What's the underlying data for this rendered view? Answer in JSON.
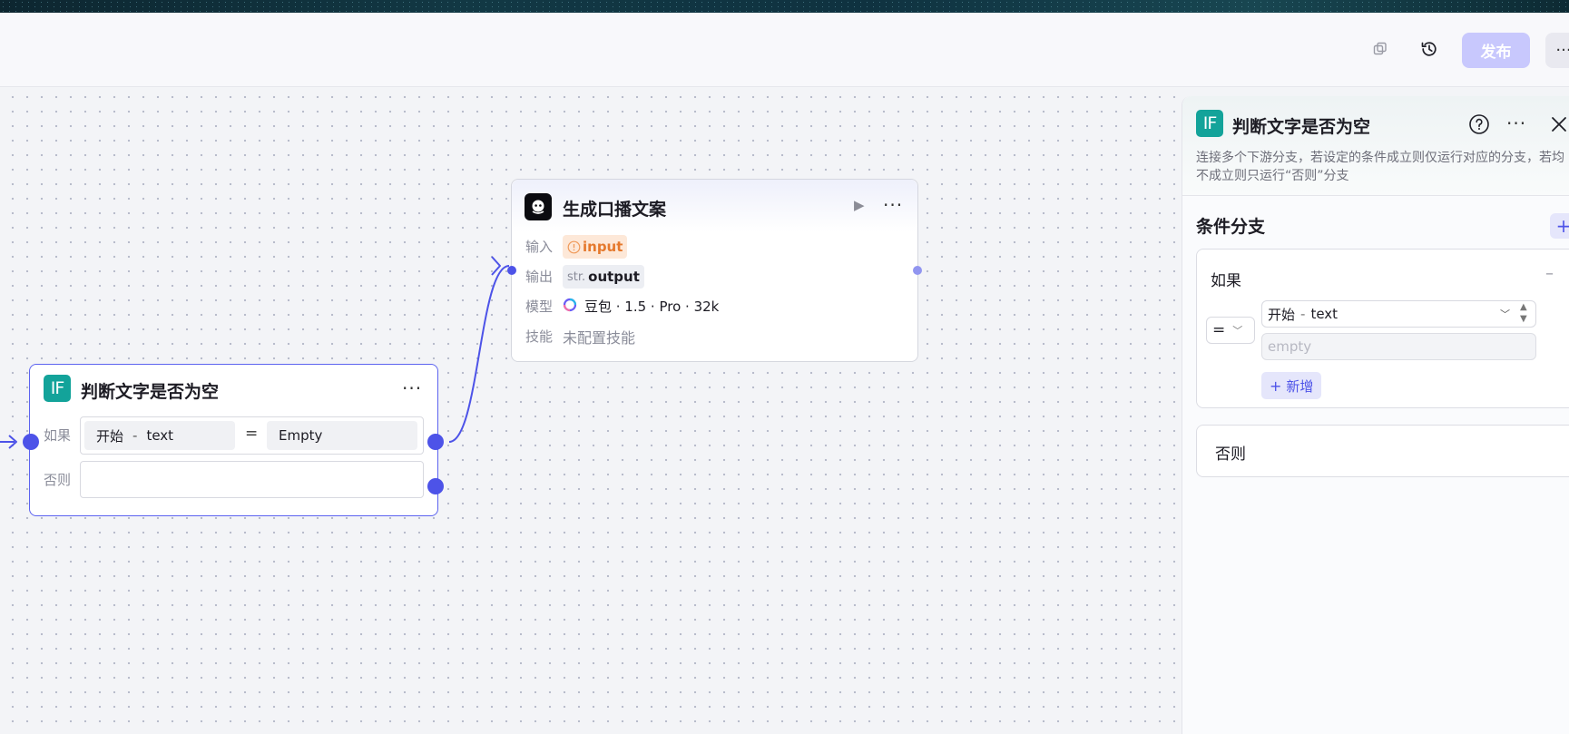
{
  "header": {
    "publish_label": "发布",
    "icons": [
      "copy-icon",
      "history-icon",
      "more-icon"
    ]
  },
  "condition_node": {
    "title": "判断文字是否为空",
    "badge": "IF",
    "if_label": "如果",
    "else_label": "否则",
    "left_operand_prefix": "开始",
    "left_operand_sep": "-",
    "left_operand_field": "text",
    "operator": "=",
    "right_operand": "Empty"
  },
  "llm_node": {
    "title": "生成口播文案",
    "rows": {
      "input_label": "输入",
      "input_value": "input",
      "output_label": "输出",
      "output_type": "str.",
      "output_value": "output",
      "model_label": "模型",
      "model_value": "豆包 · 1.5 · Pro · 32k",
      "skill_label": "技能",
      "skill_value": "未配置技能"
    }
  },
  "panel": {
    "title": "判断文字是否为空",
    "badge": "IF",
    "description": "连接多个下游分支，若设定的条件成立则仅运行对应的分支，若均不成立则只运行“否则”分支",
    "section_title": "条件分支",
    "if_card": {
      "label": "如果",
      "operator": "=",
      "left_prefix": "开始",
      "left_sep": "-",
      "left_field": "text",
      "right_placeholder": "empty",
      "add_label": "新增"
    },
    "else_card": {
      "label": "否则"
    }
  },
  "colors": {
    "accent": "#4d53e8",
    "publish_bg": "#c8c8fd",
    "if_badge": "#13a39a",
    "input_tag_bg": "#fde8d8",
    "input_tag_text": "#e5792d"
  }
}
